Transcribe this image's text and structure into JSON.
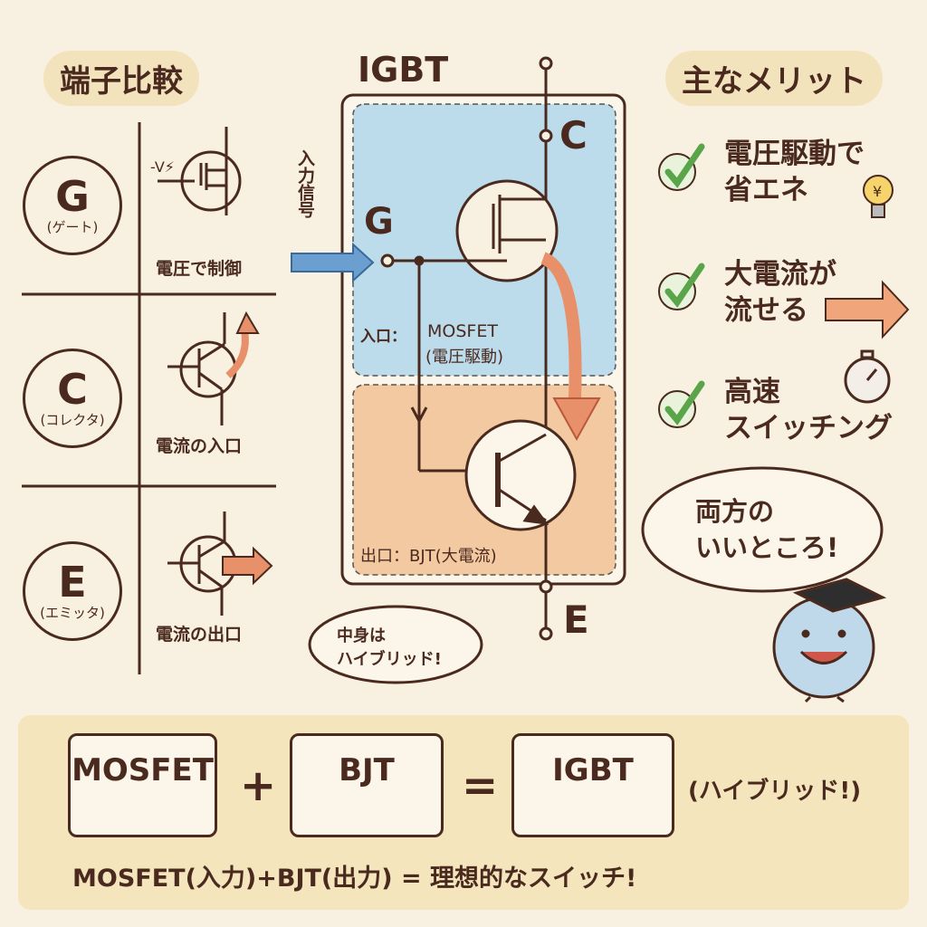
{
  "left": {
    "title": "端子比較",
    "terminals": [
      {
        "letter": "G",
        "name": "(ゲート)",
        "caption": "電圧で制御"
      },
      {
        "letter": "C",
        "name": "(コレクタ)",
        "caption": "電流の入口"
      },
      {
        "letter": "E",
        "name": "(エミッタ)",
        "caption": "電流の出口"
      }
    ]
  },
  "center": {
    "title": "IGBT",
    "input_label": "入力信号",
    "gate": "G",
    "collector": "C",
    "emitter": "E",
    "input_section": "入口：",
    "input_device": "MOSFET",
    "input_note": "(電圧駆動)",
    "output_section": "出口：BJT(大電流)",
    "bubble": [
      "中身は",
      "ハイブリッド!"
    ]
  },
  "right": {
    "title": "主なメリット",
    "merits": [
      {
        "line1": "電圧駆動で",
        "line2": "省エネ"
      },
      {
        "line1": "大電流が",
        "line2": "流せる"
      },
      {
        "line1": "高速",
        "line2": "スイッチング"
      }
    ],
    "bubble": [
      "両方の",
      "いいところ!"
    ]
  },
  "bottom": {
    "box1": "MOSFET",
    "plus": "+",
    "box2": "BJT",
    "equals": "=",
    "box3": "IGBT",
    "note": "(ハイブリッド!)",
    "summary": "MOSFET(入力)+BJT(出力) = 理想的なスイッチ!"
  },
  "colors": {
    "ink": "#4a2a1e",
    "blue": "#bcdcec",
    "orange": "#f3c9a2",
    "check": "#5aa54a",
    "arrow": "#e8906a",
    "panel": "#f3e3b8"
  }
}
